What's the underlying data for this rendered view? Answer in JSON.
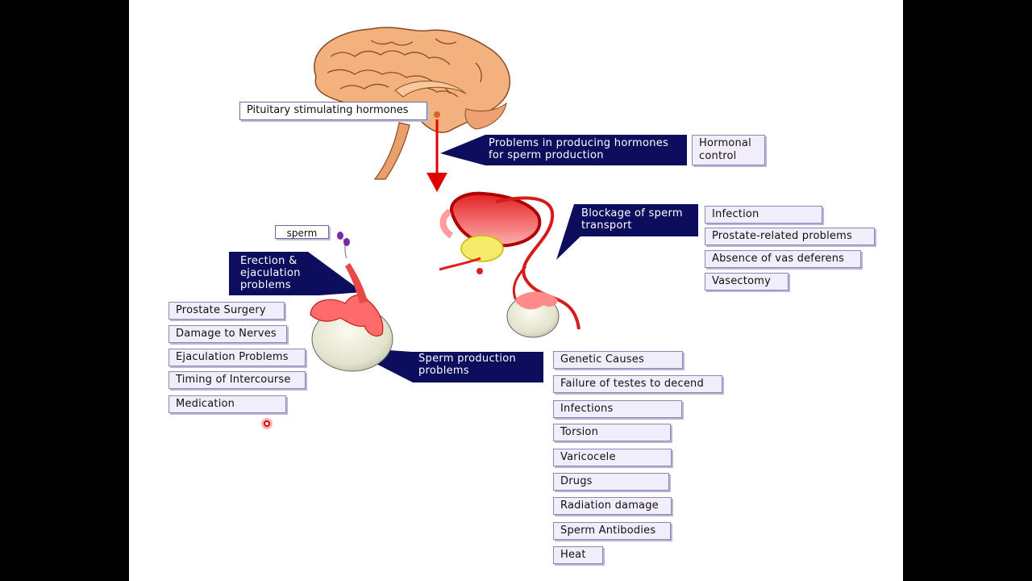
{
  "pituitary_label": "Pituitary stimulating hormones",
  "callouts": {
    "hormone_problems": [
      "Problems in producing hormones",
      "for sperm production"
    ],
    "blockage": [
      "Blockage of sperm",
      "transport"
    ],
    "erection": [
      "Erection &",
      "ejaculation",
      "problems"
    ],
    "sperm_production": [
      "Sperm production",
      "problems"
    ]
  },
  "hormonal_control": [
    "Hormonal",
    "control"
  ],
  "sperm_label": "sperm",
  "blockage_causes": [
    "Infection",
    "Prostate-related problems",
    "Absence of vas deferens",
    "Vasectomy"
  ],
  "erection_causes": [
    "Prostate Surgery",
    "Damage to Nerves",
    "Ejaculation Problems",
    "Timing of Intercourse",
    "Medication"
  ],
  "production_causes": [
    "Genetic Causes",
    "Failure of testes to decend",
    "Infections",
    "Torsion",
    "Varicocele",
    "Drugs",
    "Radiation damage",
    "Sperm Antibodies",
    "Heat"
  ],
  "colors": {
    "callout_bg": "#0d0d5e",
    "label_bg": "#f1edfb",
    "arrow": "#e00000"
  }
}
